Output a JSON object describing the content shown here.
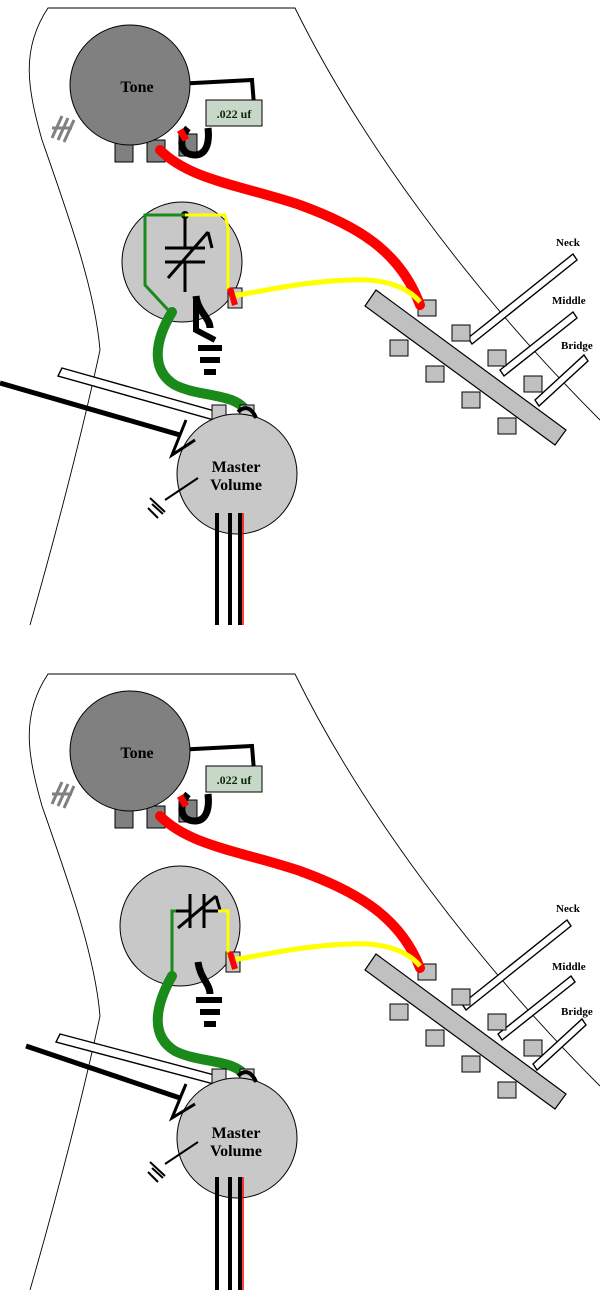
{
  "diagrams": [
    {
      "variant": "top",
      "labels": {
        "tone": "Tone",
        "capacitor": ".022 uf",
        "master_line1": "Master",
        "master_line2": "Volume",
        "neck": "Neck",
        "middle": "Middle",
        "bridge": "Bridge"
      }
    },
    {
      "variant": "bottom",
      "labels": {
        "tone": "Tone",
        "capacitor": ".022 uf",
        "master_line1": "Master",
        "master_line2": "Volume",
        "neck": "Neck",
        "middle": "Middle",
        "bridge": "Bridge"
      }
    }
  ],
  "colors": {
    "pot_dark": "#808080",
    "pot_light": "#c8c8c8",
    "switch_gray": "#c0c0c0",
    "wire_red": "#ff0000",
    "wire_yellow": "#ffff00",
    "wire_green": "#1a8a1a",
    "wire_black": "#000000",
    "capacitor": "#c8d8c8"
  }
}
